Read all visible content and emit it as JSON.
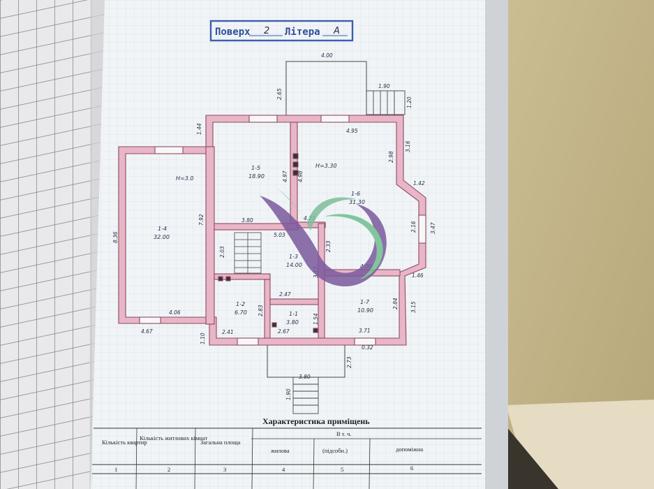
{
  "stamp": {
    "floor_label": "Поверх",
    "floor_value": "2",
    "letter_label": "Літера",
    "letter_value": "А"
  },
  "dimensions": {
    "top_width": "4.00",
    "annex_height": "2.65",
    "steps_width": "1.90",
    "steps_height": "1.20",
    "west_wall_top": "1.44",
    "west_length": "8.36",
    "room4_inner": "7.92",
    "room4_bottom": "4.06",
    "bottom_left": "4.67",
    "left_corner": "1.10",
    "room5_height": "4.97",
    "room5_bottom": "3.80",
    "stair_width": "5.03",
    "stair_height": "2.03",
    "room6_top": "4.95",
    "room6_height": "4.98",
    "room6_right": "2.98",
    "east_wall": "3.16",
    "bay_top": "1.42",
    "bay_mid": "2.16",
    "bay_right": "3.47",
    "bay_bottom": "1.46",
    "room6_gap": "4.23",
    "room3_side": "2.33",
    "room3_bottom": "4.00",
    "corridor_mid": "2.47",
    "corridor_side": "3.17",
    "room2_bottom": "2.41",
    "room2_side": "2.83",
    "room1_bottom": "2.67",
    "room1_side": "1.54",
    "room7_bottom": "3.71",
    "room7_side": "2.84",
    "room7_outer": "3.15",
    "entry_offset": "0.32",
    "porch_width": "3.80",
    "porch_height": "2.73",
    "stairs_down": "1.90"
  },
  "rooms": [
    {
      "id": "1-4",
      "area": "32.00"
    },
    {
      "id": "1-5",
      "area": "18.90"
    },
    {
      "id": "1-6",
      "area": "31.30"
    },
    {
      "id": "1-3",
      "area": "14.00"
    },
    {
      "id": "1-2",
      "area": "6.70"
    },
    {
      "id": "1-1",
      "area": "3.80"
    },
    {
      "id": "1-7",
      "area": "10.90"
    }
  ],
  "ceiling_heights": [
    "H=3.0",
    "H=3.30"
  ],
  "table": {
    "title": "Характеристика приміщень",
    "headers": [
      "Кількість квартир",
      "Кількість житлових кімнат",
      "Загальна площа",
      "жилова",
      "(підсобн.)",
      "допоміжна"
    ],
    "group_header": "В т. ч.",
    "numbers": [
      "1",
      "2",
      "3",
      "4",
      "5",
      "6"
    ]
  },
  "colors": {
    "wall_fill": "#e8b6c6",
    "wall_line": "#8c4a66",
    "stamp_ink": "#2f4f9a",
    "paper": "#f1f4f6",
    "grid": "#c9d3e2",
    "logo_purple": "#7a5a9c",
    "logo_green": "#7fbf9a"
  }
}
